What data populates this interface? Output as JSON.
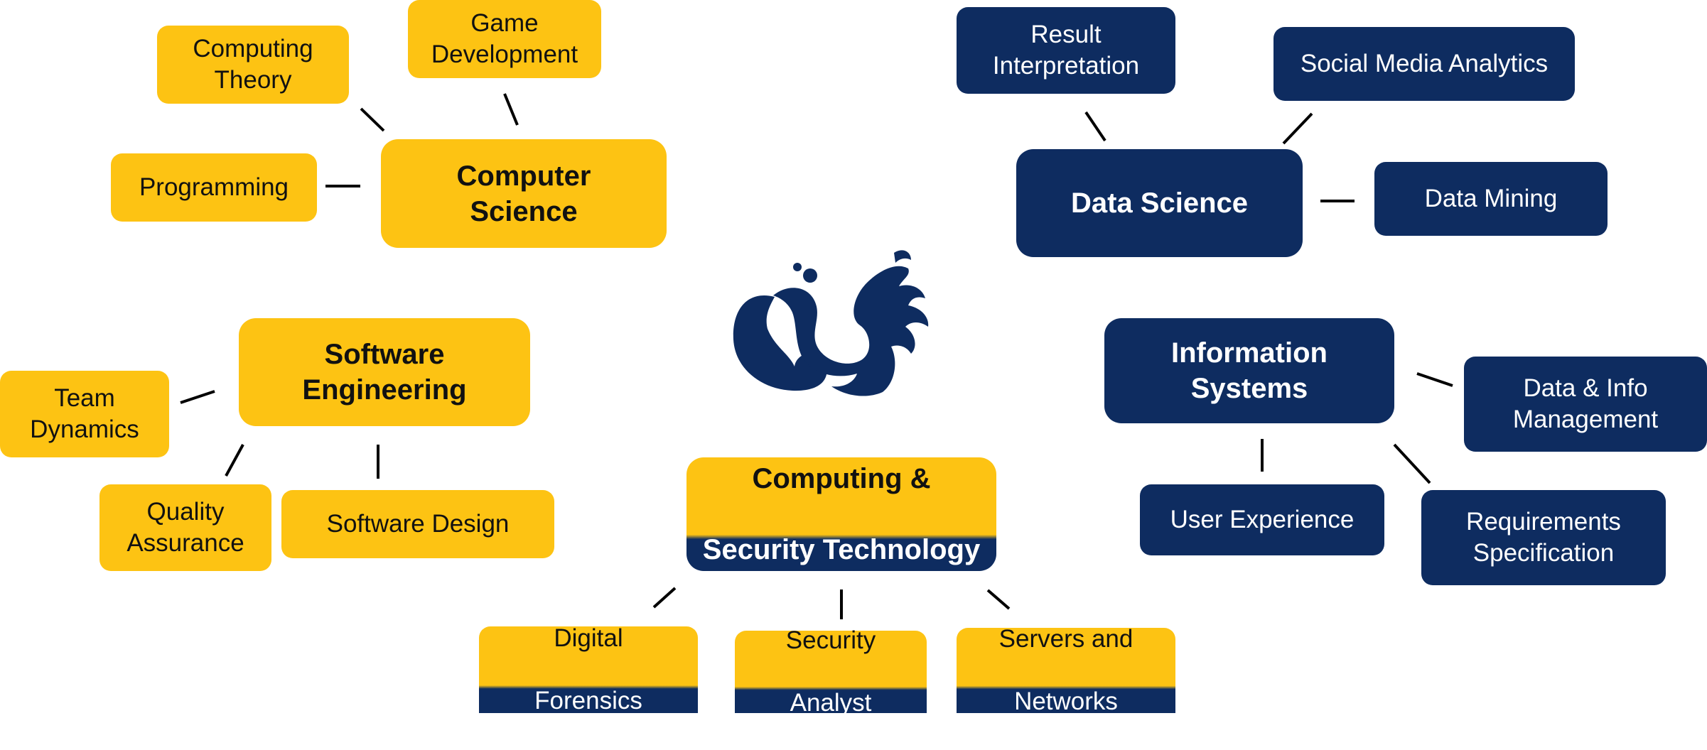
{
  "nodes": {
    "computer_science": "Computer\nScience",
    "computing_theory": "Computing\nTheory",
    "game_development": "Game\nDevelopment",
    "programming": "Programming",
    "data_science": "Data Science",
    "result_interpretation": "Result\nInterpretation",
    "social_media_analytics": "Social Media Analytics",
    "data_mining": "Data Mining",
    "software_engineering": "Software\nEngineering",
    "team_dynamics": "Team\nDynamics",
    "quality_assurance": "Quality\nAssurance",
    "software_design": "Software Design",
    "information_systems": "Information\nSystems",
    "data_info_management": "Data & Info\nManagement",
    "user_experience": "User Experience",
    "requirements_specification": "Requirements\nSpecification",
    "cst_top": "Computing &",
    "cst_bottom": "Security  Technology",
    "digital_top": "Digital",
    "digital_bottom": "Forensics",
    "security_top": "Security",
    "security_bottom": "Analyst",
    "servers_top": "Servers and",
    "servers_bottom": "Networks"
  },
  "colors": {
    "gold": "#FDC313",
    "navy": "#0E2C60"
  },
  "icons": {
    "center_logo": "dragon-logo-icon"
  }
}
